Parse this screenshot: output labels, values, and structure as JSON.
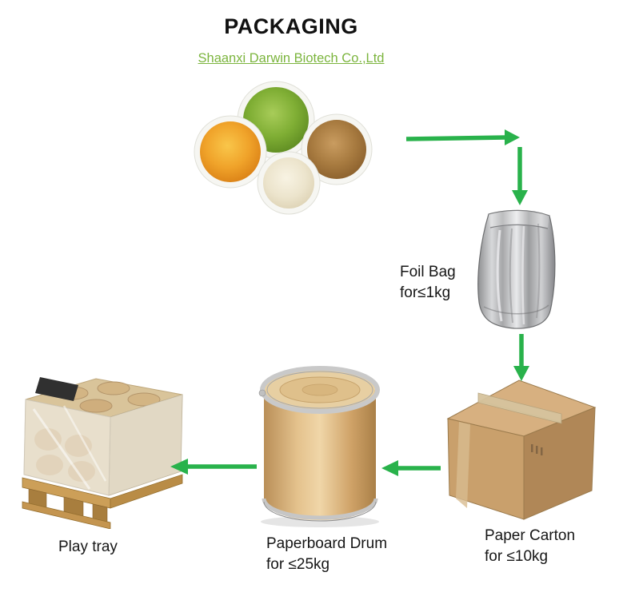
{
  "header": {
    "title": "PACKAGING",
    "company": "Shaanxi Darwin Biotech Co.,Ltd"
  },
  "labels": {
    "foil_bag": {
      "line1": "Foil Bag",
      "line2": "for≤1kg"
    },
    "paper_carton": {
      "line1": "Paper Carton",
      "line2": "for ≤10kg"
    },
    "paperboard_drum": {
      "line1": "Paperboard Drum",
      "line2": "for ≤25kg"
    },
    "pallet": {
      "line1": "Play tray"
    }
  },
  "icons": {
    "powder_samples": "powder-samples-photo",
    "foil_bag": "foil-bag-photo",
    "paper_carton": "paper-carton-photo",
    "paperboard_drum": "paperboard-drum-photo",
    "pallet": "pallet-photo"
  },
  "colors": {
    "arrow_green": "#29b24b",
    "link_green": "#7cb53e",
    "title_black": "#111111"
  }
}
